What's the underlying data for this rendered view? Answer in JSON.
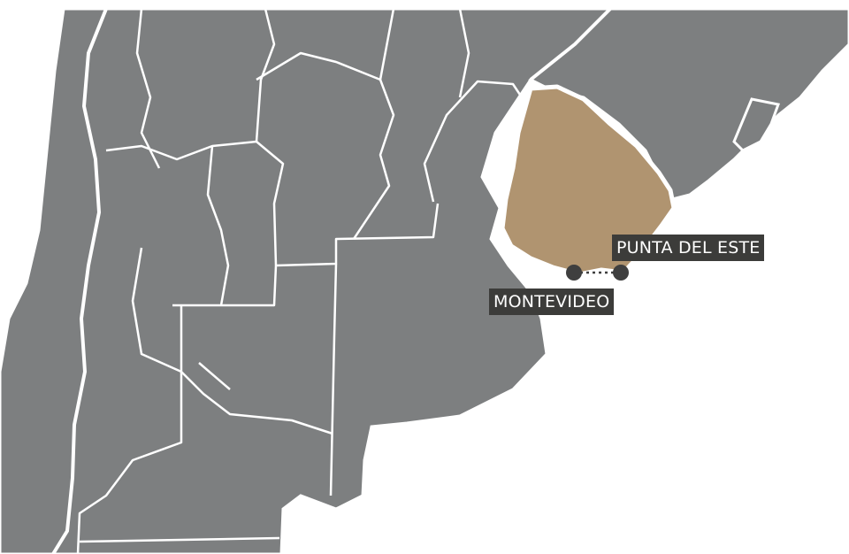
{
  "map": {
    "highlight_country": "Uruguay",
    "colors": {
      "land": "#7d7f80",
      "highlight": "#b09470",
      "border": "#ffffff",
      "water": "#ffffff",
      "marker": "#3f3f3f",
      "label_bg": "#3c3c3a",
      "label_text": "#ffffff"
    },
    "cities": [
      {
        "id": "montevideo",
        "name": "MONTEVIDEO"
      },
      {
        "id": "punta-del-este",
        "name": "PUNTA DEL ESTE"
      }
    ],
    "route": {
      "style": "dotted",
      "from": "MONTEVIDEO",
      "to": "PUNTA DEL ESTE"
    }
  }
}
